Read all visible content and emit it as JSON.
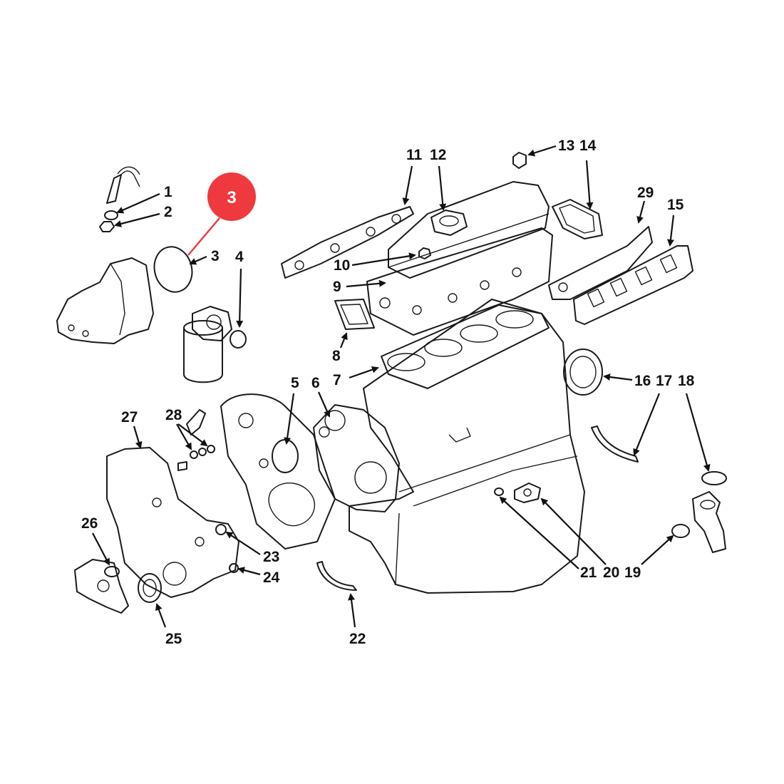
{
  "highlight": {
    "label": "3",
    "color": "#ee3a3f"
  },
  "part_labels": [
    {
      "id": "p1",
      "text": "1"
    },
    {
      "id": "p2",
      "text": "2"
    },
    {
      "id": "p3",
      "text": "3"
    },
    {
      "id": "p4",
      "text": "4"
    },
    {
      "id": "p5",
      "text": "5"
    },
    {
      "id": "p6",
      "text": "6"
    },
    {
      "id": "p7",
      "text": "7"
    },
    {
      "id": "p8",
      "text": "8"
    },
    {
      "id": "p9",
      "text": "9"
    },
    {
      "id": "p10",
      "text": "10"
    },
    {
      "id": "p11",
      "text": "11"
    },
    {
      "id": "p12",
      "text": "12"
    },
    {
      "id": "p13",
      "text": "13"
    },
    {
      "id": "p14",
      "text": "14"
    },
    {
      "id": "p15",
      "text": "15"
    },
    {
      "id": "p16",
      "text": "16"
    },
    {
      "id": "p17",
      "text": "17"
    },
    {
      "id": "p18",
      "text": "18"
    },
    {
      "id": "p19",
      "text": "19"
    },
    {
      "id": "p20",
      "text": "20"
    },
    {
      "id": "p21",
      "text": "21"
    },
    {
      "id": "p22",
      "text": "22"
    },
    {
      "id": "p23",
      "text": "23"
    },
    {
      "id": "p24",
      "text": "24"
    },
    {
      "id": "p25",
      "text": "25"
    },
    {
      "id": "p26",
      "text": "26"
    },
    {
      "id": "p27",
      "text": "27"
    },
    {
      "id": "p28",
      "text": "28"
    },
    {
      "id": "p29",
      "text": "29"
    }
  ]
}
